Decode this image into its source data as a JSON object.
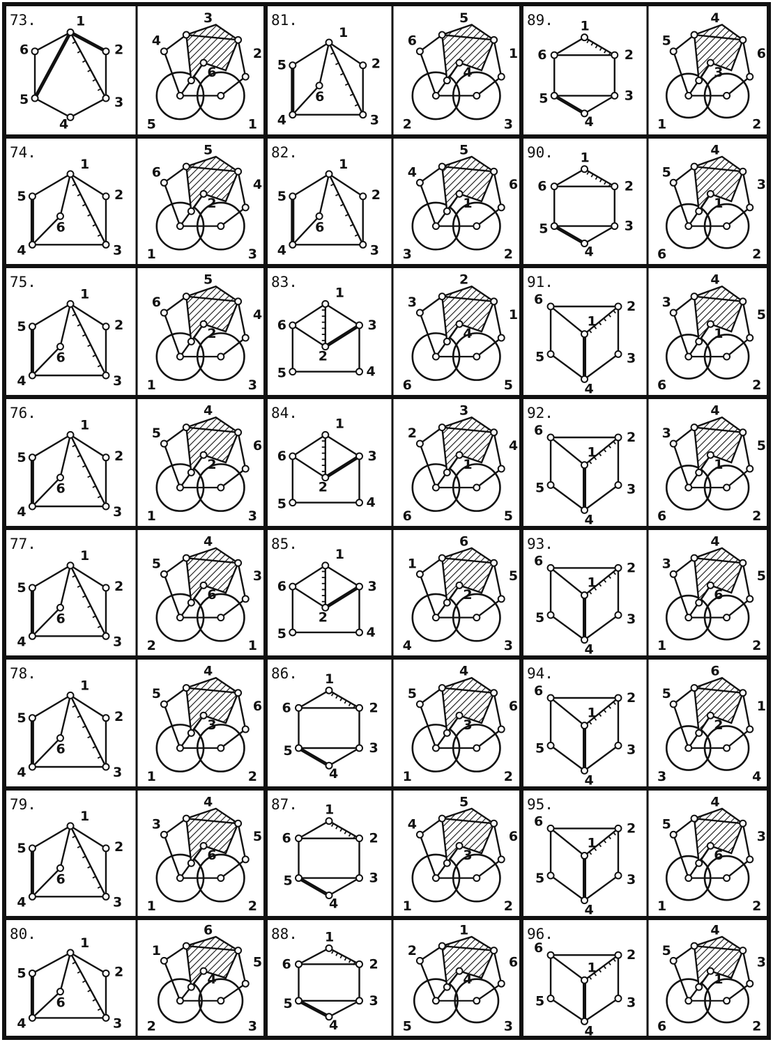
{
  "sheet": {
    "ink": "#111111",
    "paper": "#ffffff",
    "hatch_pattern": "diagonal-hatch",
    "rows": [
      {
        "cells": [
          {
            "kind": "graph",
            "number": "73.",
            "labels": [
              "1",
              "2",
              "3",
              "4",
              "5",
              "6"
            ],
            "variant": "hexagon-hub"
          },
          {
            "kind": "mechanism",
            "labels": [
              "3",
              "4",
              "2",
              "6",
              "5",
              "1"
            ]
          },
          {
            "kind": "graph",
            "number": "81.",
            "labels": [
              "1",
              "2",
              "3",
              "4",
              "5",
              "6"
            ],
            "variant": "pentagon-hub"
          },
          {
            "kind": "mechanism",
            "labels": [
              "5",
              "6",
              "1",
              "4",
              "2",
              "3"
            ]
          },
          {
            "kind": "graph",
            "number": "89.",
            "labels": [
              "1",
              "2",
              "3",
              "4",
              "5",
              "6"
            ],
            "variant": "hexagon"
          },
          {
            "kind": "mechanism",
            "labels": [
              "4",
              "5",
              "6",
              "3",
              "1",
              "2"
            ]
          }
        ]
      },
      {
        "cells": [
          {
            "kind": "graph",
            "number": "74.",
            "labels": [
              "1",
              "2",
              "3",
              "4",
              "5",
              "6"
            ],
            "variant": "pentagon-hub"
          },
          {
            "kind": "mechanism",
            "labels": [
              "5",
              "6",
              "4",
              "2",
              "1",
              "3"
            ]
          },
          {
            "kind": "graph",
            "number": "82.",
            "labels": [
              "1",
              "2",
              "3",
              "4",
              "5",
              "6"
            ],
            "variant": "pentagon-hub"
          },
          {
            "kind": "mechanism",
            "labels": [
              "5",
              "4",
              "6",
              "1",
              "3",
              "2"
            ]
          },
          {
            "kind": "graph",
            "number": "90.",
            "labels": [
              "1",
              "2",
              "3",
              "4",
              "5",
              "6"
            ],
            "variant": "hexagon"
          },
          {
            "kind": "mechanism",
            "labels": [
              "4",
              "5",
              "3",
              "1",
              "6",
              "2"
            ]
          }
        ]
      },
      {
        "cells": [
          {
            "kind": "graph",
            "number": "75.",
            "labels": [
              "1",
              "2",
              "3",
              "4",
              "5",
              "6"
            ],
            "variant": "pentagon-hub"
          },
          {
            "kind": "mechanism",
            "labels": [
              "5",
              "6",
              "4",
              "2",
              "1",
              "3"
            ]
          },
          {
            "kind": "graph",
            "number": "83.",
            "labels": [
              "1",
              "2",
              "3",
              "4",
              "5",
              "6"
            ],
            "variant": "diamond-box"
          },
          {
            "kind": "mechanism",
            "labels": [
              "2",
              "3",
              "1",
              "4",
              "6",
              "5"
            ]
          },
          {
            "kind": "graph",
            "number": "91.",
            "labels": [
              "1",
              "2",
              "3",
              "4",
              "5",
              "6"
            ],
            "variant": "cube"
          },
          {
            "kind": "mechanism",
            "labels": [
              "4",
              "3",
              "5",
              "1",
              "6",
              "2"
            ]
          }
        ]
      },
      {
        "cells": [
          {
            "kind": "graph",
            "number": "76.",
            "labels": [
              "1",
              "2",
              "3",
              "4",
              "5",
              "6"
            ],
            "variant": "pentagon-hub"
          },
          {
            "kind": "mechanism",
            "labels": [
              "4",
              "5",
              "6",
              "2",
              "1",
              "3"
            ]
          },
          {
            "kind": "graph",
            "number": "84.",
            "labels": [
              "1",
              "2",
              "3",
              "4",
              "5",
              "6"
            ],
            "variant": "diamond-box"
          },
          {
            "kind": "mechanism",
            "labels": [
              "3",
              "2",
              "4",
              "1",
              "6",
              "5"
            ]
          },
          {
            "kind": "graph",
            "number": "92.",
            "labels": [
              "1",
              "2",
              "3",
              "4",
              "5",
              "6"
            ],
            "variant": "cube"
          },
          {
            "kind": "mechanism",
            "labels": [
              "4",
              "3",
              "5",
              "1",
              "6",
              "2"
            ]
          }
        ]
      },
      {
        "cells": [
          {
            "kind": "graph",
            "number": "77.",
            "labels": [
              "1",
              "2",
              "3",
              "4",
              "5",
              "6"
            ],
            "variant": "pentagon-hub"
          },
          {
            "kind": "mechanism",
            "labels": [
              "4",
              "5",
              "3",
              "6",
              "2",
              "1"
            ]
          },
          {
            "kind": "graph",
            "number": "85.",
            "labels": [
              "1",
              "2",
              "3",
              "4",
              "5",
              "6"
            ],
            "variant": "diamond-box"
          },
          {
            "kind": "mechanism",
            "labels": [
              "6",
              "1",
              "5",
              "2",
              "4",
              "3"
            ]
          },
          {
            "kind": "graph",
            "number": "93.",
            "labels": [
              "1",
              "2",
              "3",
              "4",
              "5",
              "6"
            ],
            "variant": "cube"
          },
          {
            "kind": "mechanism",
            "labels": [
              "4",
              "3",
              "5",
              "6",
              "1",
              "2"
            ]
          }
        ]
      },
      {
        "cells": [
          {
            "kind": "graph",
            "number": "78.",
            "labels": [
              "1",
              "2",
              "3",
              "4",
              "5",
              "6"
            ],
            "variant": "pentagon-hub"
          },
          {
            "kind": "mechanism",
            "labels": [
              "4",
              "5",
              "6",
              "3",
              "1",
              "2"
            ]
          },
          {
            "kind": "graph",
            "number": "86.",
            "labels": [
              "1",
              "2",
              "3",
              "4",
              "5",
              "6"
            ],
            "variant": "hexagon"
          },
          {
            "kind": "mechanism",
            "labels": [
              "4",
              "5",
              "6",
              "3",
              "1",
              "2"
            ]
          },
          {
            "kind": "graph",
            "number": "94.",
            "labels": [
              "1",
              "2",
              "3",
              "4",
              "5",
              "6"
            ],
            "variant": "cube"
          },
          {
            "kind": "mechanism",
            "labels": [
              "6",
              "5",
              "1",
              "2",
              "3",
              "4"
            ]
          }
        ]
      },
      {
        "cells": [
          {
            "kind": "graph",
            "number": "79.",
            "labels": [
              "1",
              "2",
              "3",
              "4",
              "5",
              "6"
            ],
            "variant": "pentagon-hub"
          },
          {
            "kind": "mechanism",
            "labels": [
              "4",
              "3",
              "5",
              "6",
              "1",
              "2"
            ]
          },
          {
            "kind": "graph",
            "number": "87.",
            "labels": [
              "1",
              "2",
              "3",
              "4",
              "5",
              "6"
            ],
            "variant": "hexagon"
          },
          {
            "kind": "mechanism",
            "labels": [
              "5",
              "4",
              "6",
              "3",
              "1",
              "2"
            ]
          },
          {
            "kind": "graph",
            "number": "95.",
            "labels": [
              "1",
              "2",
              "3",
              "4",
              "5",
              "6"
            ],
            "variant": "cube"
          },
          {
            "kind": "mechanism",
            "labels": [
              "4",
              "5",
              "3",
              "6",
              "1",
              "2"
            ]
          }
        ]
      },
      {
        "cells": [
          {
            "kind": "graph",
            "number": "80.",
            "labels": [
              "1",
              "2",
              "3",
              "4",
              "5",
              "6"
            ],
            "variant": "pentagon-hub"
          },
          {
            "kind": "mechanism",
            "labels": [
              "6",
              "1",
              "5",
              "4",
              "2",
              "3"
            ]
          },
          {
            "kind": "graph",
            "number": "88.",
            "labels": [
              "1",
              "2",
              "3",
              "4",
              "5",
              "6"
            ],
            "variant": "hexagon"
          },
          {
            "kind": "mechanism",
            "labels": [
              "1",
              "2",
              "6",
              "4",
              "5",
              "3"
            ]
          },
          {
            "kind": "graph",
            "number": "96.",
            "labels": [
              "1",
              "2",
              "3",
              "4",
              "5",
              "6"
            ],
            "variant": "cube"
          },
          {
            "kind": "mechanism",
            "labels": [
              "4",
              "5",
              "3",
              "1",
              "6",
              "2"
            ]
          }
        ]
      }
    ]
  }
}
